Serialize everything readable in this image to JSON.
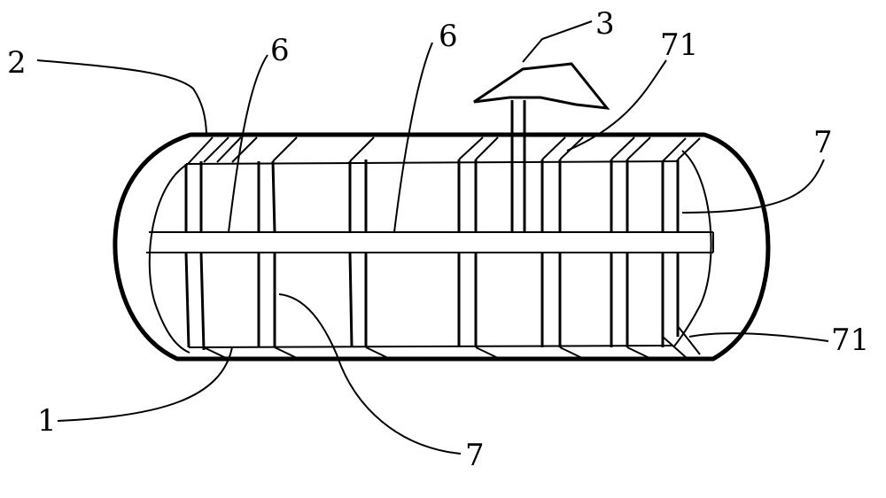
{
  "figure": {
    "labels": {
      "tank_shell": "2",
      "tank_body": "1",
      "top_outlet": "3",
      "partition_top_left": "6",
      "partition_top_mid": "6",
      "rib_top_right": "71",
      "rib_bottom_right": "71",
      "baffle_right": "7",
      "baffle_bottom": "7"
    },
    "colors": {
      "ink": "#000000",
      "background": "#ffffff"
    }
  }
}
